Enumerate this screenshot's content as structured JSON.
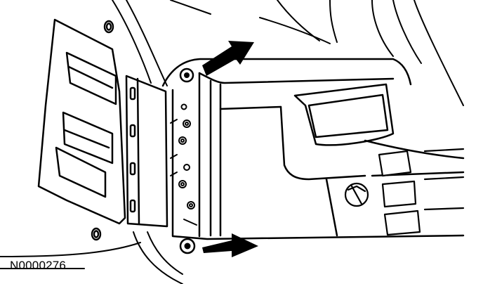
{
  "figure": {
    "id_label": "N0000276"
  },
  "colors": {
    "line": "#000000",
    "background": "#ffffff"
  },
  "callouts": [
    {
      "name": "upper-fastener-arrow",
      "icon": "arrow-pointer-icon"
    },
    {
      "name": "lower-fastener-arrow",
      "icon": "arrow-pointer-icon"
    }
  ]
}
